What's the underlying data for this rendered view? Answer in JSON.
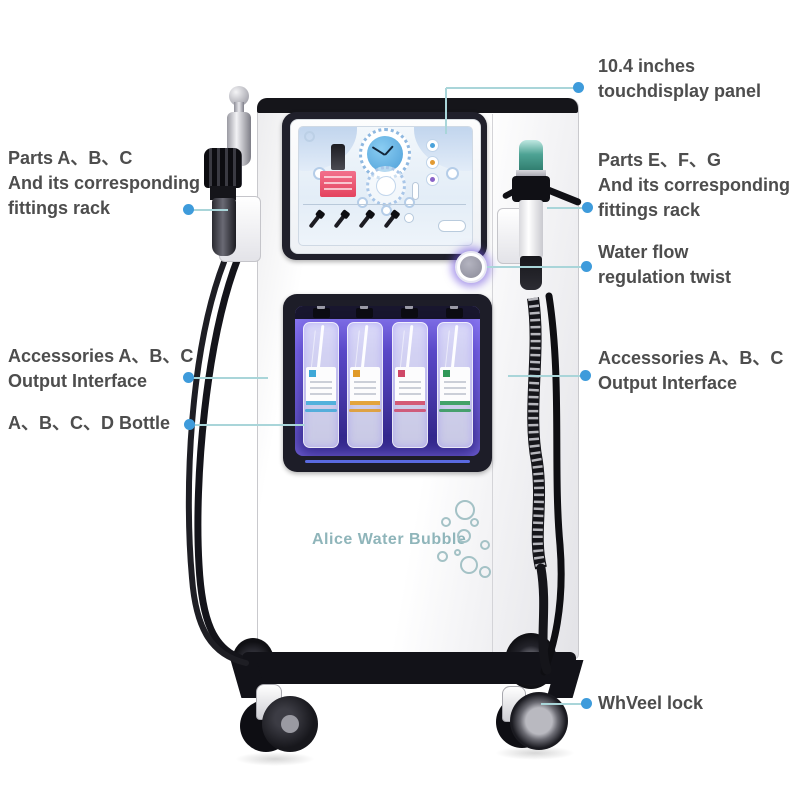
{
  "colors": {
    "callout_dot": "#3e9bdb",
    "leader_line": "#a9d5d9",
    "label_text": "#4d4d4d",
    "brand_text": "#8fb5ba",
    "compartment_glow": "#6a4fd0",
    "screen_clock_face": "#5fb3e6",
    "screen_alert_panel": "#e8506a"
  },
  "callouts": {
    "touchscreen": {
      "lines": [
        "10.4 inches",
        "touchdisplay panel"
      ]
    },
    "parts_left": {
      "lines": [
        "Parts A、B、C",
        "And its corresponding",
        "fittings rack"
      ]
    },
    "parts_right": {
      "lines": [
        "Parts E、F、G",
        "And its corresponding",
        "fittings rack"
      ]
    },
    "water_flow": {
      "lines": [
        "Water flow",
        "regulation twist"
      ]
    },
    "accessories_left": {
      "lines": [
        "Accessories A、B、C",
        "Output Interface"
      ]
    },
    "bottle": {
      "lines": [
        "A、B、C、D Bottle"
      ]
    },
    "accessories_right": {
      "lines": [
        "Accessories A、B、C",
        "Output Interface"
      ]
    },
    "wheel_lock": {
      "lines": [
        "WhVeel lock"
      ]
    }
  },
  "machine": {
    "brand": "Alice Water Bubble",
    "bottle_accents": [
      "#3fa8d8",
      "#e09a28",
      "#cf4868",
      "#2f9858"
    ]
  }
}
